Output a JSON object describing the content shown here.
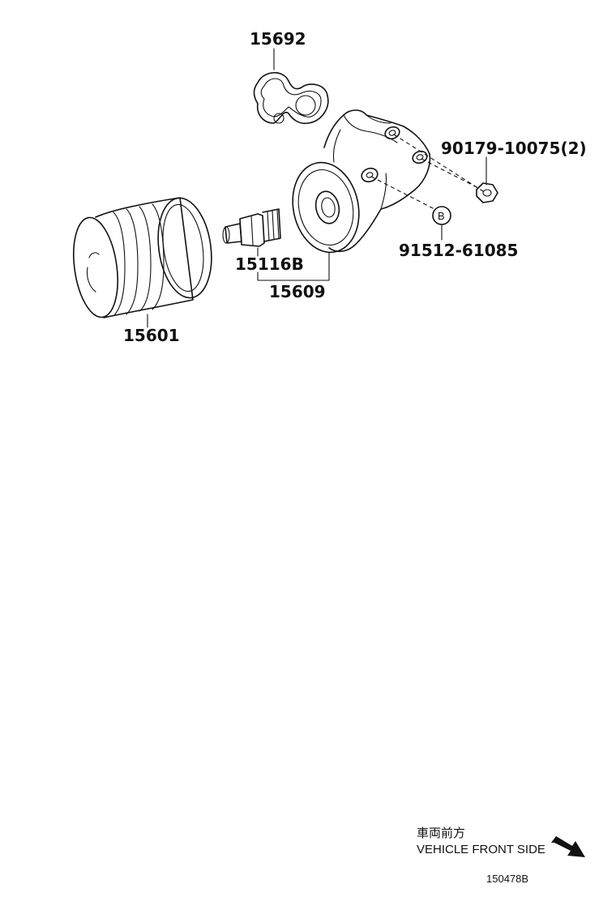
{
  "parts": {
    "gasket": "15692",
    "bolt": "90179-10075(2)",
    "stud": "91512-61085",
    "union": "15116B",
    "bracket": "15609",
    "filter": "15601"
  },
  "stud_marker": "B",
  "footer": {
    "japanese": "車両前方",
    "english": "VEHICLE FRONT SIDE",
    "code": "150478B"
  }
}
